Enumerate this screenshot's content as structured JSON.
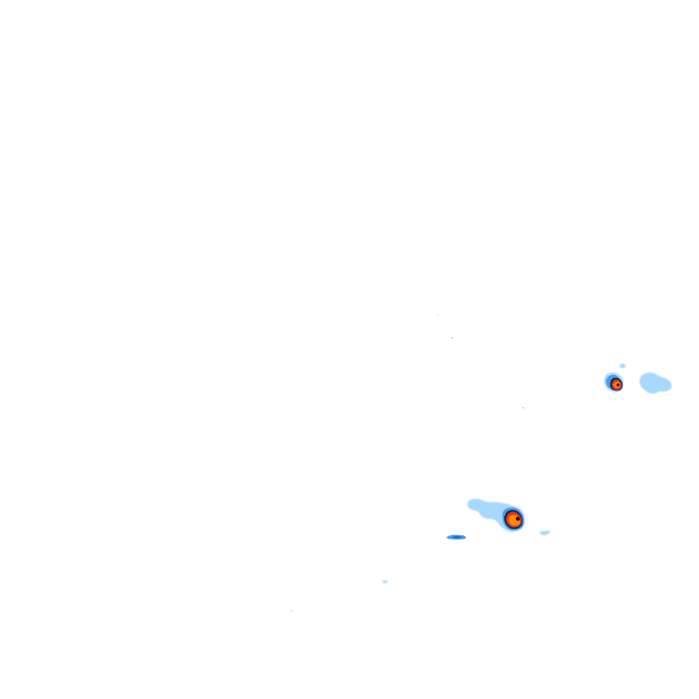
{
  "map": {
    "type": "precipitation radar overlay",
    "background_color": "#ffffff",
    "palette": {
      "light": "#a8d8fb",
      "light_mid": "#8cc8f6",
      "mid": "#4a9de8",
      "dark": "#1565c0",
      "deep": "#0b2a5e",
      "red": "#e53510",
      "orange": "#ff8a00",
      "core": "#3a0008"
    },
    "cells": [
      {
        "name": "storm-cell-east",
        "intensity": "heavy"
      },
      {
        "name": "storm-cell-south",
        "intensity": "heavy"
      },
      {
        "name": "echo-east-light",
        "intensity": "light"
      },
      {
        "name": "echo-south-band",
        "intensity": "moderate"
      },
      {
        "name": "echo-south-small",
        "intensity": "light"
      }
    ]
  }
}
